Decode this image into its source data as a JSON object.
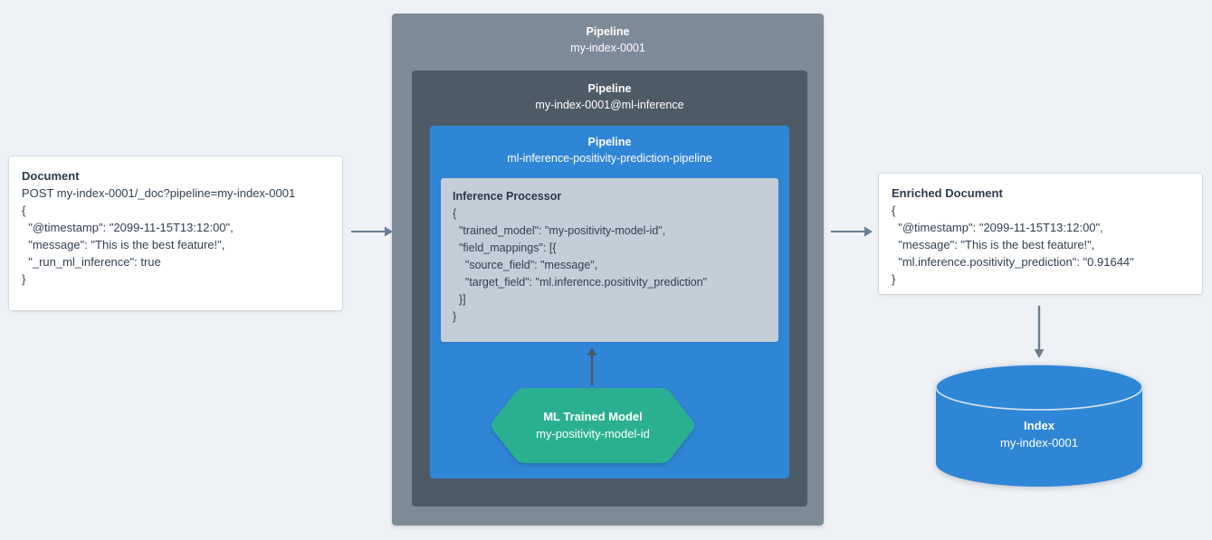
{
  "diagram": {
    "title": "Elasticsearch ML inference ingest pipeline flow",
    "background_color": "#eef1f5",
    "accent_blue": "#2f86d6",
    "accent_teal": "#2ab090",
    "slate_dark": "#4d5b67",
    "slate_light": "#7d8b99",
    "processor_panel_color": "#c3ced8",
    "arrow_color": "#6b7d8f"
  },
  "document": {
    "title": "Document",
    "lines": [
      "POST my-index-0001/_doc?pipeline=my-index-0001",
      "{",
      "  \"@timestamp\": \"2099-11-15T13:12:00\",",
      "  \"message\": \"This is the best feature!\",",
      "  \"_run_ml_inference\": true",
      "}"
    ]
  },
  "pipelines": {
    "outer": {
      "kind_label": "Pipeline",
      "name": "my-index-0001"
    },
    "middle": {
      "kind_label": "Pipeline",
      "name": "my-index-0001@ml-inference"
    },
    "inner": {
      "kind_label": "Pipeline",
      "name": "ml-inference-positivity-prediction-pipeline"
    }
  },
  "processor": {
    "title": "Inference Processor",
    "lines": [
      "{",
      "  \"trained_model\": \"my-positivity-model-id\",",
      "  \"field_mappings\": [{",
      "    \"source_field\": \"message\",",
      "    \"target_field\": \"ml.inference.positivity_prediction\"",
      "  }]",
      "}"
    ]
  },
  "trained_model": {
    "kind_label": "ML Trained Model",
    "name": "my-positivity-model-id"
  },
  "enriched_document": {
    "title": "Enriched Document",
    "lines": [
      "{",
      "  \"@timestamp\": \"2099-11-15T13:12:00\",",
      "  \"message\": \"This is the best feature!\",",
      "  \"ml.inference.positivity_prediction\": \"0.91644\"",
      "}"
    ]
  },
  "index": {
    "kind_label": "Index",
    "name": "my-index-0001"
  },
  "arrows": {
    "document_to_pipeline": "arrow-right",
    "pipeline_to_enriched_document": "arrow-right",
    "enriched_document_to_index": "arrow-down",
    "trained_model_to_processor": "arrow-up"
  }
}
